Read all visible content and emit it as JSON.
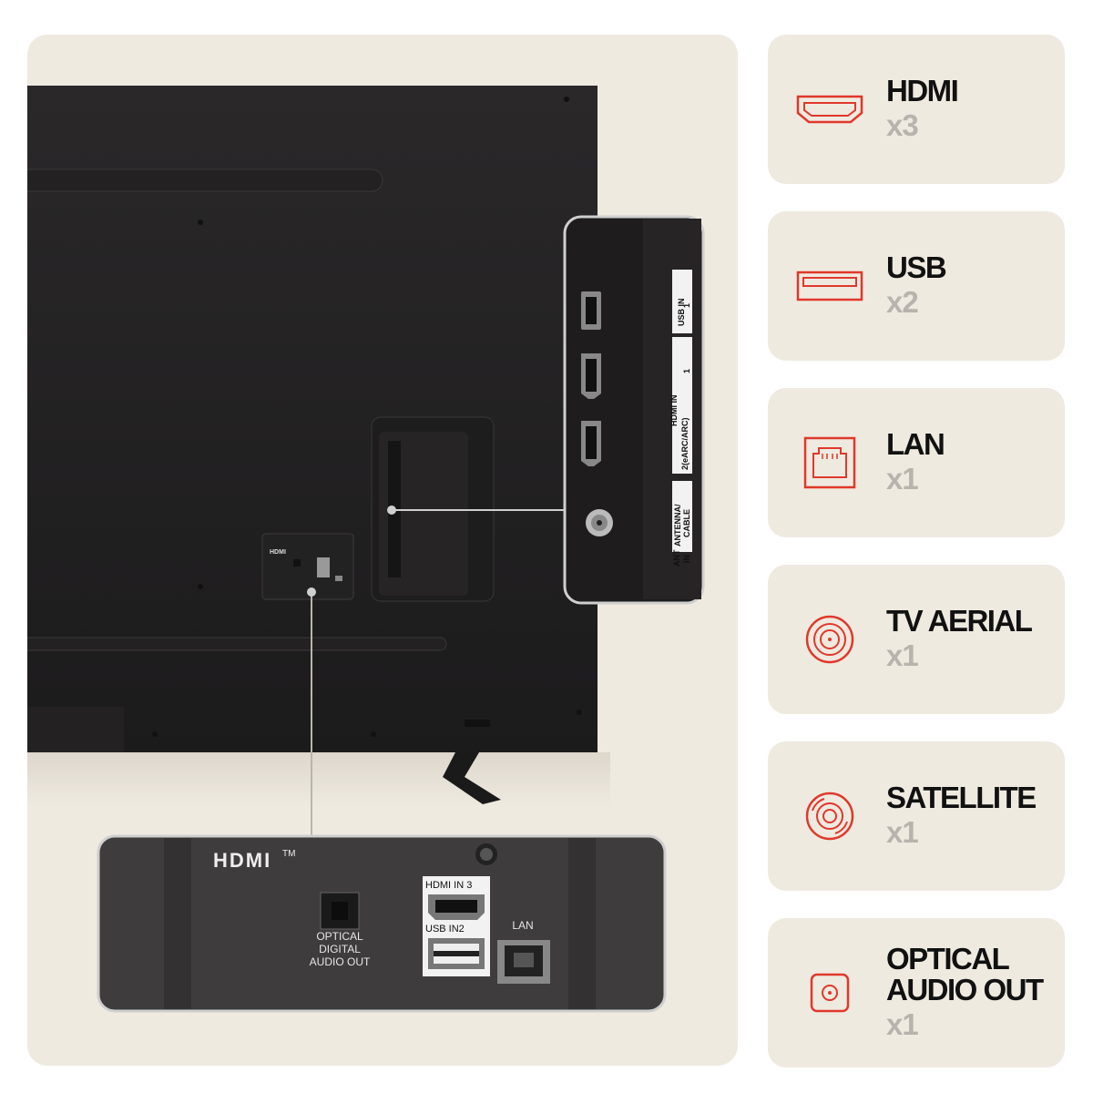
{
  "callout": {
    "brand": "HDMI",
    "trademark": "TM",
    "optical_label_1": "OPTICAL",
    "optical_label_2": "DIGITAL",
    "optical_label_3": "AUDIO OUT",
    "hdmi3_label": "HDMI IN 3",
    "usb2_label": "USB IN2",
    "lan_label": "LAN"
  },
  "side_callout": {
    "usb_label": "USB IN",
    "usb_num": "1",
    "hdmi_label": "HDMI IN",
    "hdmi1_num": "1",
    "hdmi2_label": "2(eARC/ARC)",
    "antenna_label_1": "ANTENNA/",
    "antenna_label_2": "CABLE",
    "ant_label_1": "ANT",
    "ant_label_2": "IN"
  },
  "specs": [
    {
      "name": "HDMI",
      "count": "x3",
      "icon": "hdmi-icon"
    },
    {
      "name": "USB",
      "count": "x2",
      "icon": "usb-icon"
    },
    {
      "name": "LAN",
      "count": "x1",
      "icon": "lan-icon"
    },
    {
      "name": "TV AERIAL",
      "count": "x1",
      "icon": "tv-aerial-icon"
    },
    {
      "name": "SATELLITE",
      "count": "x1",
      "icon": "satellite-icon"
    },
    {
      "name": "OPTICAL",
      "name2": "AUDIO OUT",
      "count": "x1",
      "icon": "optical-audio-icon"
    }
  ],
  "colors": {
    "accent": "#e0382b",
    "card_bg": "#efeae0",
    "count_gray": "#b8b3ac"
  }
}
